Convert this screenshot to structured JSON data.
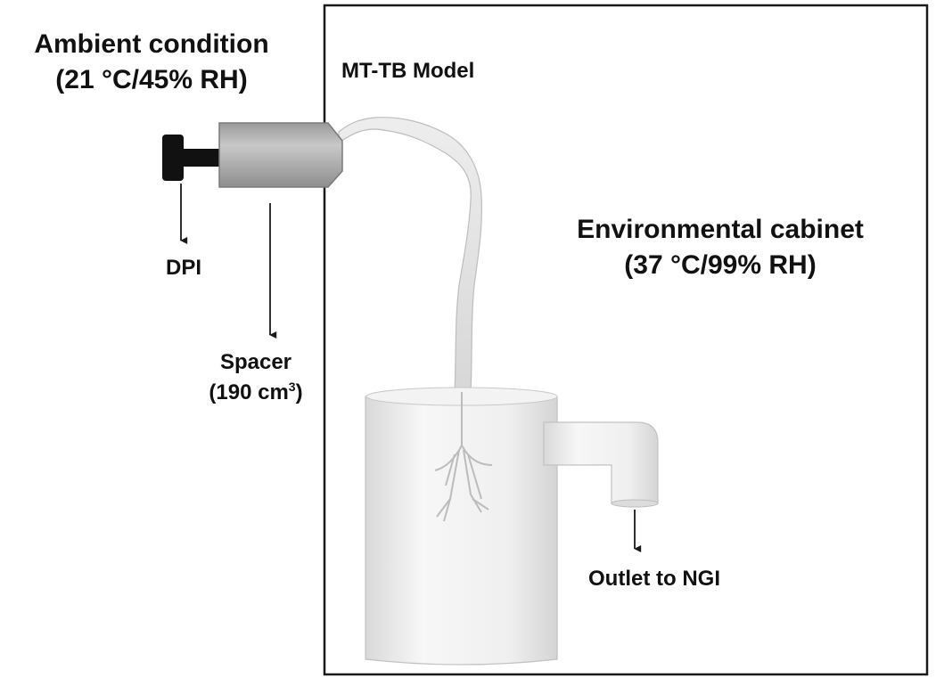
{
  "labels": {
    "ambient_title": "Ambient condition",
    "ambient_conditions": "(21 °C/45%  RH)",
    "model_name": "MT-TB Model",
    "cabinet_title": "Environmental cabinet",
    "cabinet_conditions": "(37 °C/99%  RH)",
    "dpi": "DPI",
    "spacer": "Spacer",
    "spacer_volume_open": "(190 cm",
    "spacer_volume_exp": "3",
    "spacer_volume_close": ")",
    "outlet": "Outlet to NGI"
  },
  "colors": {
    "line": "#1a1a1a",
    "dpi": "#111111",
    "spacer_light": "#c4c4c4",
    "spacer_dark": "#8a8a8a",
    "model_light": "#f6f6f6",
    "model_shade": "#d2d2d2"
  }
}
